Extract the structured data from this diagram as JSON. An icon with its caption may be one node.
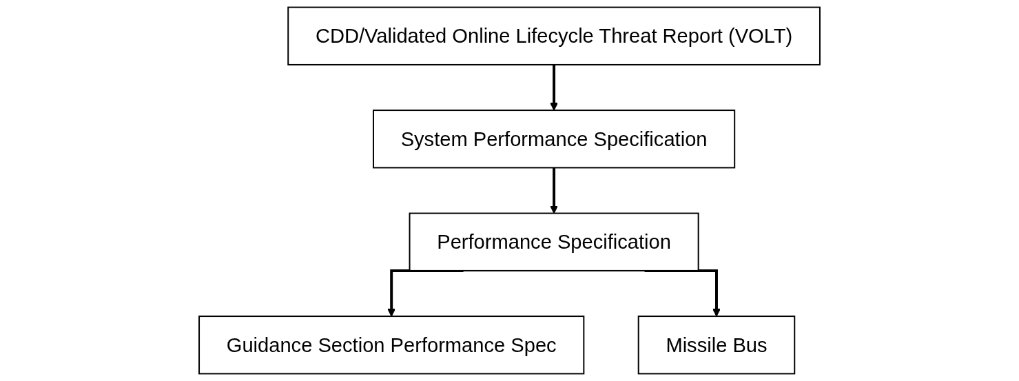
{
  "diagram": {
    "nodes": [
      {
        "text": [
          "CDD/Validated Online Lifecycle Threat Report (VOLT)"
        ]
      },
      {
        "text": [
          "System Performance Specification"
        ]
      },
      {
        "text": [
          "Performance Specification"
        ]
      },
      {
        "text": [
          "Guidance Section Performance Spec"
        ]
      },
      {
        "text": [
          "Missile Bus"
        ]
      }
    ],
    "edges": [
      {
        "from": 0,
        "to": 1,
        "arrow": "to"
      },
      {
        "from": 1,
        "to": 2,
        "arrow": "to"
      },
      {
        "from": 2,
        "to": 3,
        "arrow": "to"
      },
      {
        "from": 2,
        "to": 4,
        "arrow": "to"
      }
    ]
  }
}
